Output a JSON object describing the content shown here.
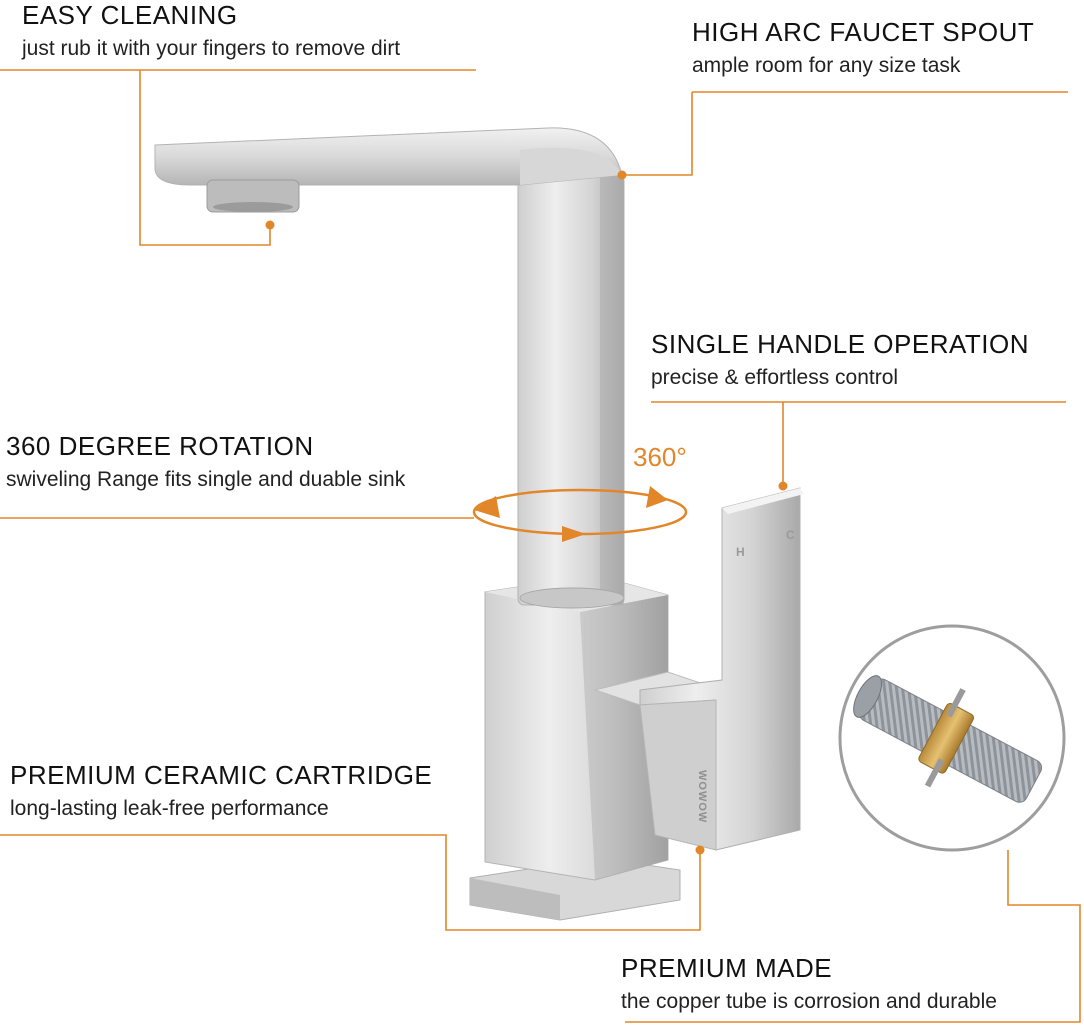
{
  "accent_color": "#e2862a",
  "callouts": {
    "easy_cleaning": {
      "title": "EASY CLEANING",
      "subtitle": "just rub it with your fingers to remove dirt"
    },
    "high_arc": {
      "title": "HIGH ARC FAUCET SPOUT",
      "subtitle": "ample room for any size task"
    },
    "single_handle": {
      "title": "SINGLE HANDLE OPERATION",
      "subtitle": "precise & effortless control"
    },
    "rotation": {
      "title": "360 DEGREE ROTATION",
      "subtitle": "swiveling Range fits single and duable sink"
    },
    "cartridge": {
      "title": "PREMIUM CERAMIC CARTRIDGE",
      "subtitle": "long-lasting leak-free performance"
    },
    "premium_made": {
      "title": "PREMIUM MADE",
      "subtitle": "the copper tube is corrosion and durable"
    }
  },
  "rotation_label": "360°",
  "brand_mark": "WOWOW",
  "handle_marks": {
    "hot": "H",
    "cold": "C"
  }
}
